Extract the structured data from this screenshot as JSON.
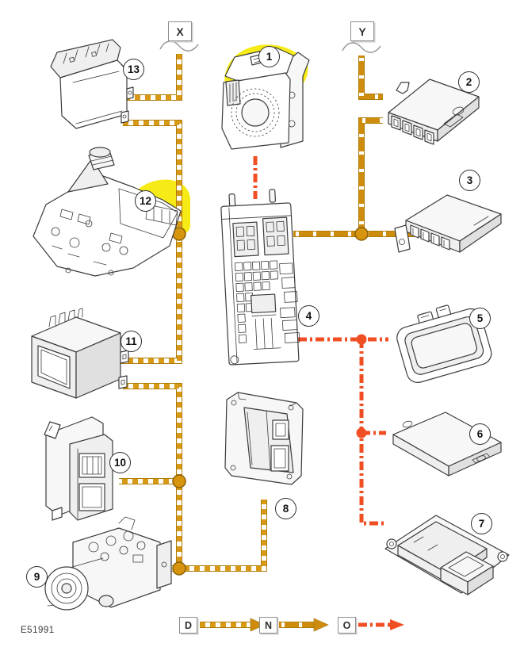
{
  "figure_code": "E51991",
  "branches": {
    "x_label": "X",
    "y_label": "Y"
  },
  "modules": [
    {
      "number": "1",
      "highlighted": true
    },
    {
      "number": "2",
      "highlighted": false
    },
    {
      "number": "3",
      "highlighted": false
    },
    {
      "number": "4",
      "highlighted": false
    },
    {
      "number": "5",
      "highlighted": false
    },
    {
      "number": "6",
      "highlighted": false
    },
    {
      "number": "7",
      "highlighted": false
    },
    {
      "number": "8",
      "highlighted": false
    },
    {
      "number": "9",
      "highlighted": false
    },
    {
      "number": "10",
      "highlighted": false
    },
    {
      "number": "11",
      "highlighted": false
    },
    {
      "number": "12",
      "highlighted": true
    },
    {
      "number": "13",
      "highlighted": false
    }
  ],
  "legend": [
    {
      "key": "D",
      "line_style": "dashed-amber"
    },
    {
      "key": "N",
      "line_style": "solid-amber"
    },
    {
      "key": "O",
      "line_style": "dash-dot-orange"
    }
  ],
  "colors": {
    "bus_amber": "#CE8C0D",
    "bus_amber_dash": "#D89A15",
    "bus_amber_outline": "#B07C08",
    "bus_orange": "#F04E23",
    "highlight_yellow": "#F6EB16",
    "junction_amber": "#D6940F"
  }
}
